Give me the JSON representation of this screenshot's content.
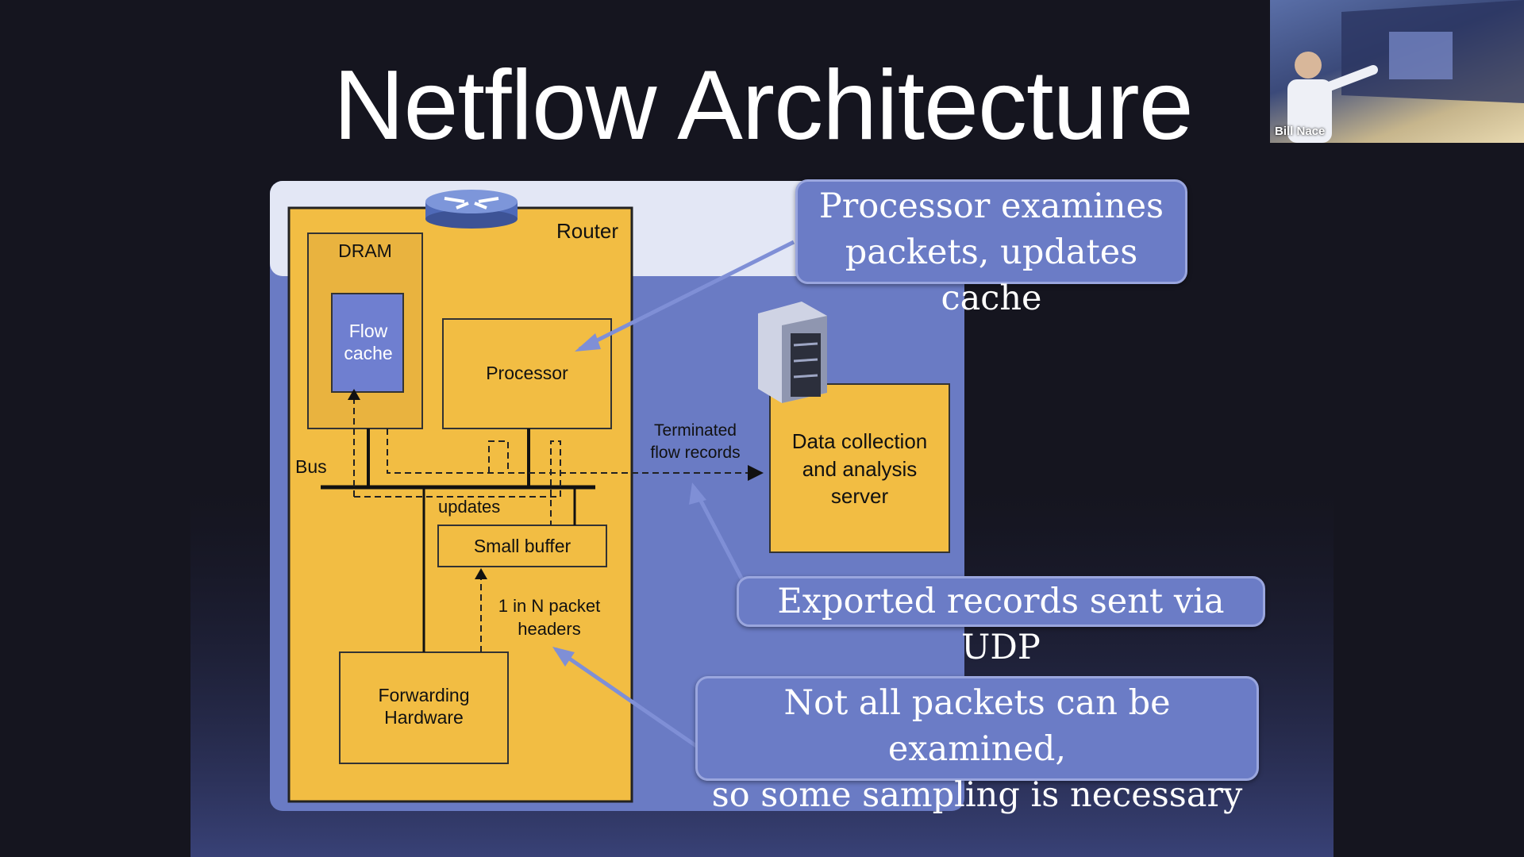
{
  "slide": {
    "title": "Netflow Architecture",
    "speaker_name": "Bill Nace"
  },
  "diagram": {
    "router_label": "Router",
    "dram_label": "DRAM",
    "flow_cache_line1": "Flow",
    "flow_cache_line2": "cache",
    "processor_label": "Processor",
    "bus_label": "Bus",
    "updates_label": "updates",
    "small_buffer_label": "Small buffer",
    "sample_line1": "1 in N packet",
    "sample_line2": "headers",
    "forwarding_line1": "Forwarding",
    "forwarding_line2": "Hardware",
    "terminated_line1": "Terminated",
    "terminated_line2": "flow records",
    "server_line1": "Data collection",
    "server_line2": "and analysis",
    "server_line3": "server"
  },
  "callouts": {
    "processor_line1": "Processor examines",
    "processor_line2": "packets, updates cache",
    "udp": "Exported records sent via UDP",
    "sampling_line1": "Not all packets can be examined,",
    "sampling_line2": "so some sampling is necessary"
  },
  "colors": {
    "background": "#15151f",
    "diagram_panel": "#6a7bc4",
    "router_box": "#f2bd43",
    "flow_cache": "#6f7fd0",
    "callout": "#6b7cc6"
  },
  "icons": [
    "router-icon",
    "server-icon"
  ]
}
